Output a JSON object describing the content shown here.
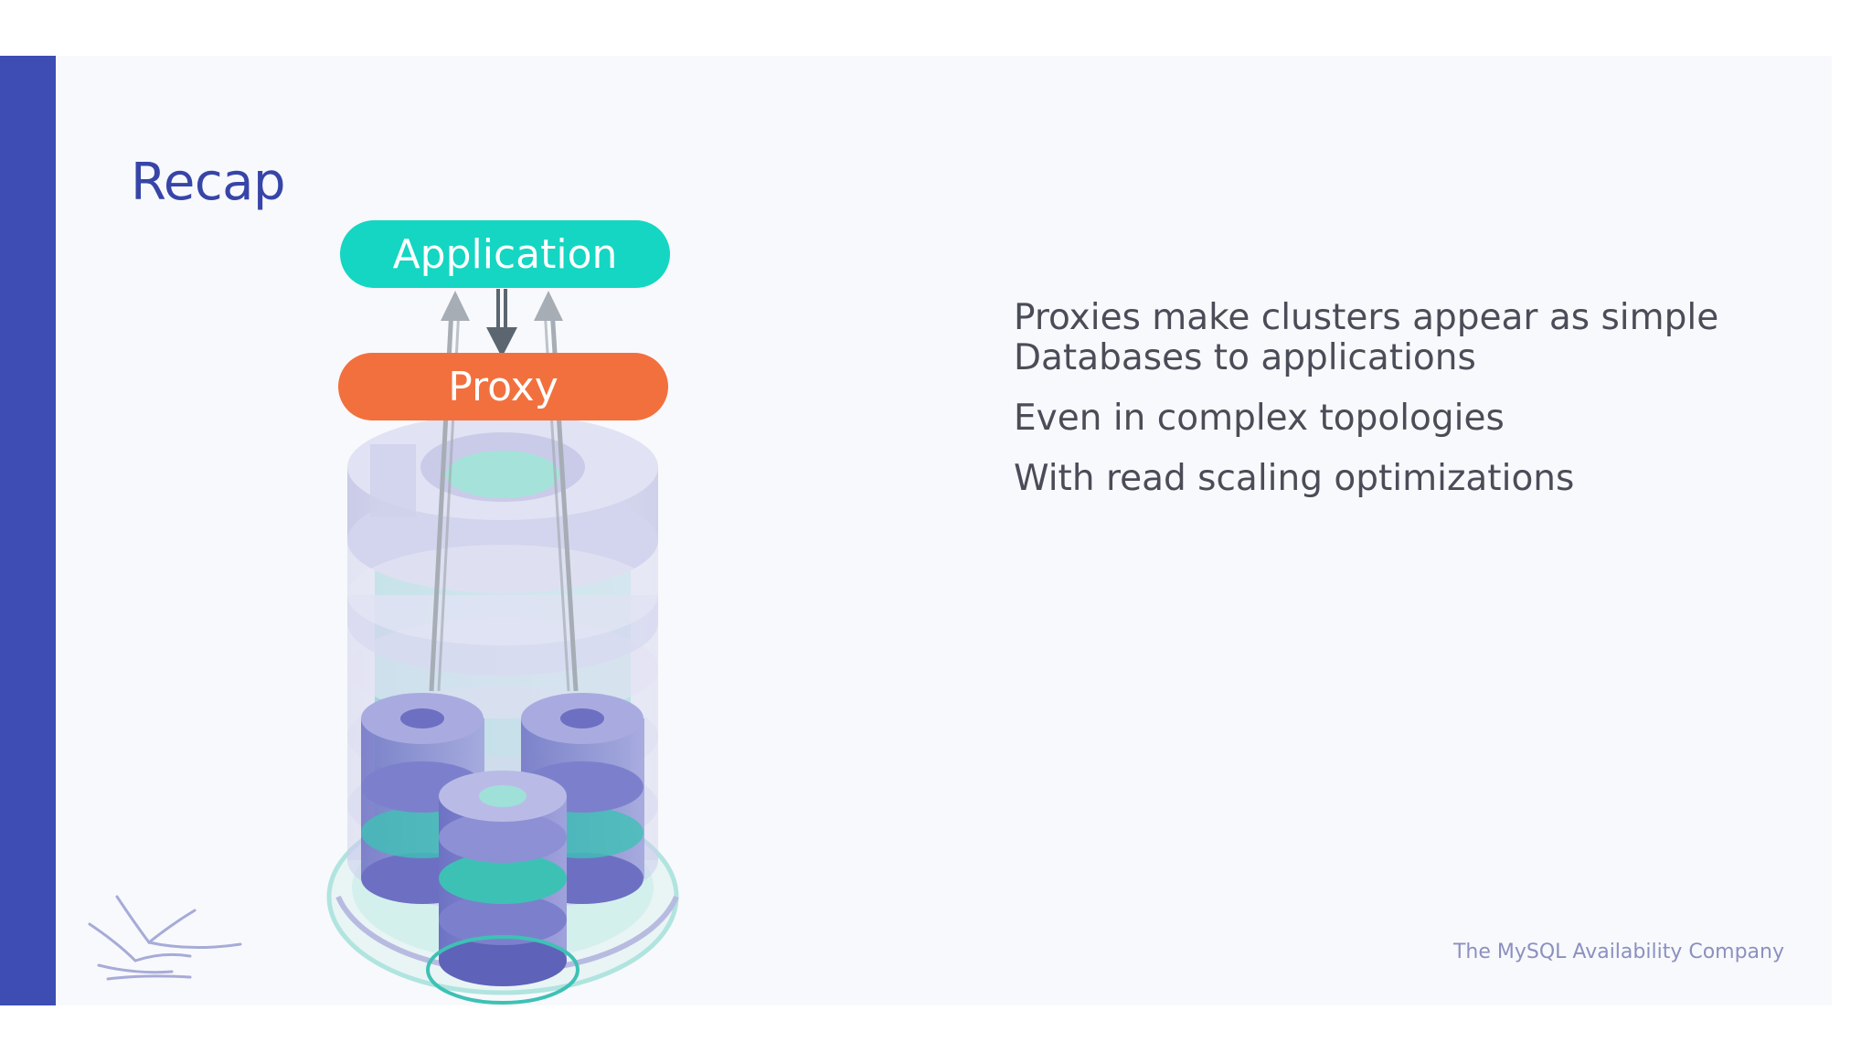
{
  "slide": {
    "title": "Recap",
    "diagram": {
      "application_label": "Application",
      "proxy_label": "Proxy"
    },
    "bullets": [
      "Proxies make clusters appear as simple\nDatabases to applications",
      "Even in complex topologies",
      "With read scaling optimizations"
    ],
    "footer": "The MySQL Availability Company",
    "colors": {
      "accent": "#3d4db3",
      "title": "#3745a8",
      "application": "#14d6c2",
      "proxy": "#f2703e"
    },
    "icons": {
      "logo": "flying-birds-logo"
    }
  }
}
